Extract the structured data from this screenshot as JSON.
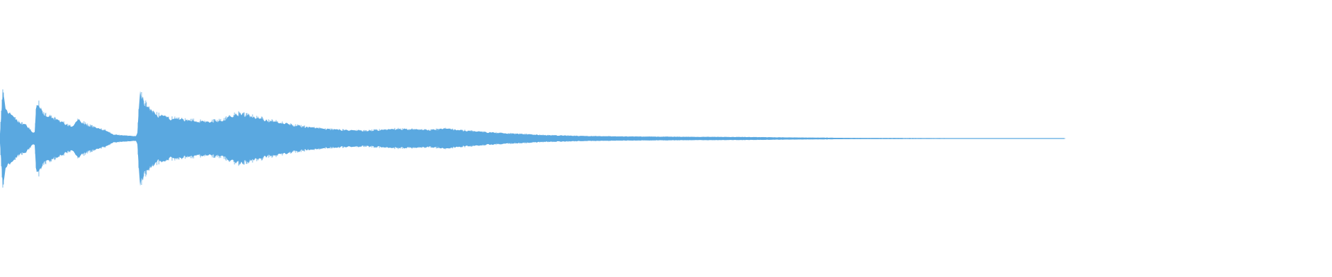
{
  "waveform": {
    "color": "#5aa8e0",
    "background": "#ffffff",
    "envelope_points": [
      [
        0.0,
        0.1
      ],
      [
        0.002,
        1.0
      ],
      [
        0.004,
        0.62
      ],
      [
        0.008,
        0.5
      ],
      [
        0.012,
        0.4
      ],
      [
        0.016,
        0.32
      ],
      [
        0.02,
        0.27
      ],
      [
        0.024,
        0.14
      ],
      [
        0.026,
        0.12
      ],
      [
        0.027,
        0.6
      ],
      [
        0.029,
        0.72
      ],
      [
        0.031,
        0.6
      ],
      [
        0.035,
        0.48
      ],
      [
        0.04,
        0.42
      ],
      [
        0.045,
        0.36
      ],
      [
        0.05,
        0.3
      ],
      [
        0.054,
        0.24
      ],
      [
        0.058,
        0.4
      ],
      [
        0.062,
        0.35
      ],
      [
        0.066,
        0.28
      ],
      [
        0.07,
        0.24
      ],
      [
        0.075,
        0.2
      ],
      [
        0.08,
        0.16
      ],
      [
        0.085,
        0.08
      ],
      [
        0.1,
        0.05
      ],
      [
        0.103,
        0.05
      ],
      [
        0.105,
        1.0
      ],
      [
        0.108,
        0.78
      ],
      [
        0.112,
        0.62
      ],
      [
        0.118,
        0.5
      ],
      [
        0.125,
        0.44
      ],
      [
        0.135,
        0.4
      ],
      [
        0.145,
        0.38
      ],
      [
        0.155,
        0.34
      ],
      [
        0.165,
        0.38
      ],
      [
        0.175,
        0.48
      ],
      [
        0.18,
        0.52
      ],
      [
        0.19,
        0.45
      ],
      [
        0.205,
        0.36
      ],
      [
        0.22,
        0.28
      ],
      [
        0.235,
        0.22
      ],
      [
        0.255,
        0.18
      ],
      [
        0.275,
        0.16
      ],
      [
        0.295,
        0.2
      ],
      [
        0.32,
        0.18
      ],
      [
        0.335,
        0.2
      ],
      [
        0.355,
        0.15
      ],
      [
        0.38,
        0.11
      ],
      [
        0.41,
        0.07
      ],
      [
        0.44,
        0.05
      ],
      [
        0.48,
        0.04
      ],
      [
        0.52,
        0.035
      ],
      [
        0.56,
        0.03
      ],
      [
        0.6,
        0.02
      ],
      [
        0.64,
        0.012
      ],
      [
        0.7,
        0.008
      ],
      [
        0.76,
        0.004
      ],
      [
        0.8,
        0.0
      ]
    ]
  }
}
